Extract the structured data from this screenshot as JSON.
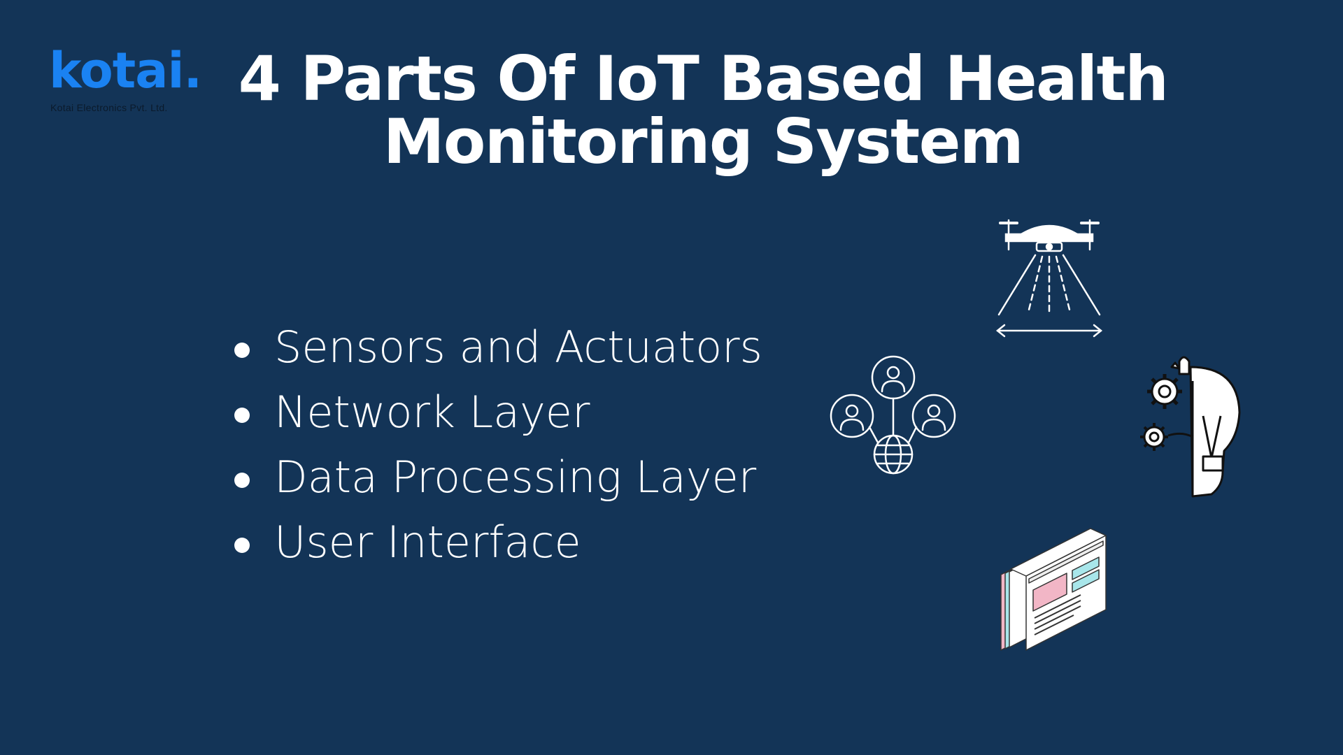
{
  "logo": {
    "word": "kotai.",
    "subtitle": "Kotai Electronics Pvt. Ltd."
  },
  "title": {
    "line1": "4 Parts Of IoT Based Health",
    "line2": "Monitoring System"
  },
  "bullets": [
    {
      "label": "Sensors and Actuators"
    },
    {
      "label": "Network Layer"
    },
    {
      "label": "Data Processing Layer"
    },
    {
      "label": "User Interface"
    }
  ],
  "icons": [
    {
      "name": "drone-icon"
    },
    {
      "name": "network-icon"
    },
    {
      "name": "brain-gears-icon"
    },
    {
      "name": "web-interface-icon"
    }
  ],
  "colors": {
    "background": "#133457",
    "logo": "#1a82f2",
    "text": "#ffffff",
    "accent_pink": "#f2b6c6",
    "accent_teal": "#a8e6ea"
  }
}
